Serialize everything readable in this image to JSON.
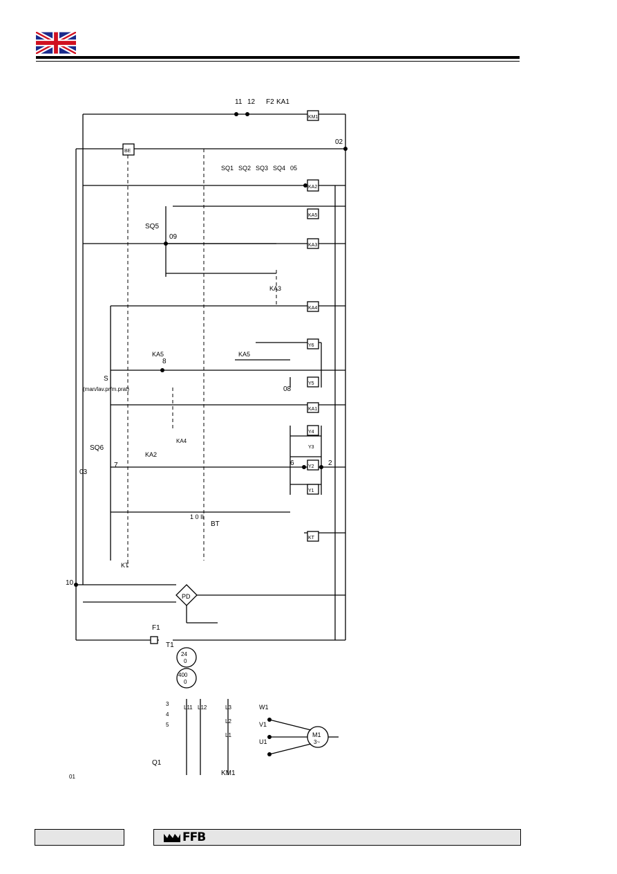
{
  "header": {
    "flag_icon": "uk-flag-icon",
    "colors": {
      "flag_blue": "#1a2a8c",
      "flag_red": "#d01020",
      "footer_bg": "#e6e6e6"
    }
  },
  "schematic": {
    "labels": {
      "q1": "Q1",
      "km1": "KM1",
      "t1": "T1",
      "f1": "F1",
      "pd": "PD",
      "m1": "M1",
      "m1_phase": "3~",
      "t1_primary": "400",
      "t1_primary_zero": "0",
      "t1_secondary": "24",
      "t1_secondary_zero": "0",
      "f2": "F2",
      "ka1_top": "KA1",
      "km1_coil": "KM1",
      "be": "BE",
      "sq1": "SQ1",
      "sq2": "SQ2",
      "sq3": "SQ3",
      "sq4": "SQ4",
      "sq5": "SQ5",
      "sq6": "SQ6",
      "ka2_coil": "KA2",
      "ka5_coil": "KA5",
      "ka3_coil": "KA3",
      "ka3_contact": "KA3",
      "ka4_coil": "KA4",
      "ka4_contact": "KA4",
      "ka5_contact_a": "KA5",
      "ka5_contact_b": "KA5",
      "ka1_coil": "KA1",
      "ka2_contact": "KA2",
      "y1": "Y1",
      "y2": "Y2",
      "y3": "Y3",
      "y4": "Y4",
      "y5": "Y5",
      "y6": "Y6",
      "kt_coil": "KT",
      "kt_contact": "KT",
      "bt": "BT",
      "s_switch": "S",
      "s_note": "(man/lav.pr/m.prat)",
      "bt_positions": "1 0 II",
      "n01": "01",
      "n02": "02",
      "n03": "03",
      "n05": "05",
      "n08": "08",
      "n09": "09",
      "n2": "2",
      "n6": "6",
      "n7": "7",
      "n8": "8",
      "n10": "10",
      "n11": "11",
      "n12": "12",
      "n3": "3",
      "n4": "4",
      "n5": "5",
      "u1": "U1",
      "v1": "V1",
      "w1": "W1",
      "l11": "L11",
      "l12": "L12",
      "l1": "L1",
      "l2": "L2",
      "l3": "L3"
    }
  },
  "footer": {
    "logo_text": "FFB"
  }
}
